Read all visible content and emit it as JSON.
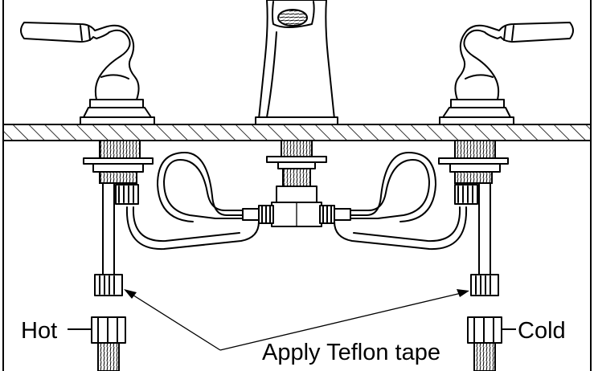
{
  "labels": {
    "hot": "Hot",
    "cold": "Cold",
    "instruction": "Apply Teflon tape"
  },
  "colors": {
    "ink": "#000000",
    "background": "#ffffff"
  },
  "icons": [
    "left-handle-icon",
    "right-handle-icon",
    "spout-icon",
    "tee-fitting-icon",
    "hose-coil-icon",
    "supply-line-icon"
  ]
}
